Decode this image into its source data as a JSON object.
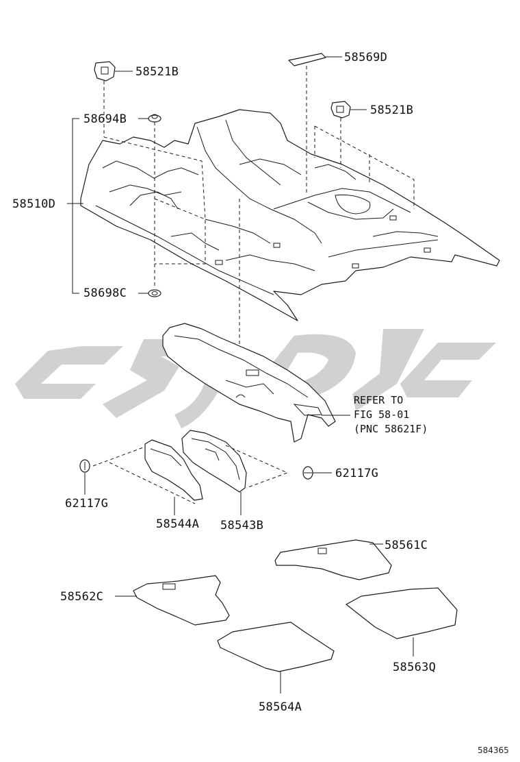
{
  "callouts": {
    "clip_top_left": "58521B",
    "clip_top_right": "58521B",
    "plate_top": "58569D",
    "fastener_upper": "58694B",
    "carpet_main": "58510D",
    "fastener_lower": "58698C",
    "screw_right": "62117G",
    "screw_left": "62117G",
    "panel_left": "58544A",
    "panel_right": "58543B",
    "mat_rear_right": "58561C",
    "mat_front_left": "58562C",
    "mat_front_right": "58563Q",
    "mat_rear_left": "58564A"
  },
  "reference_note": {
    "line1": "REFER TO",
    "line2": "FIG 58-01",
    "line3": "(PNC 58621F)"
  },
  "figure_number": "584365",
  "watermark": {
    "color": "#c9c9c9"
  }
}
